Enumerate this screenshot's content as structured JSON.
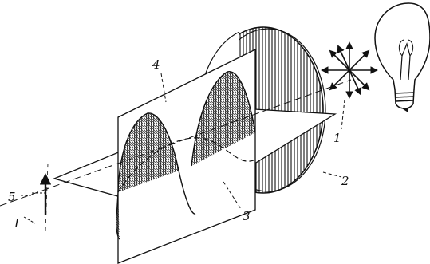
{
  "diagram": {
    "labels": {
      "bulb_ray": "1",
      "polarizer_disk": "2",
      "horizontal_plane": "3",
      "vertical_plane": "4",
      "field_vector": "5",
      "intensity": "I"
    },
    "ink_color": "#111111",
    "background_color": "#ffffff",
    "icons": [
      "light-bulb-icon",
      "unpolarized-light-star-icon",
      "field-arrow-icon"
    ]
  }
}
